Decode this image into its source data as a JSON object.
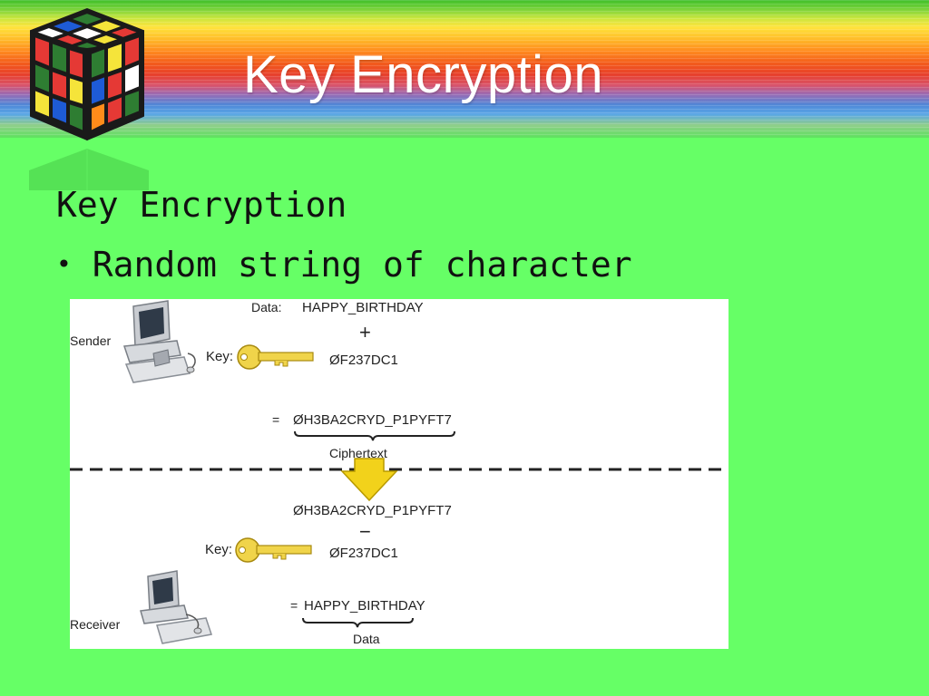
{
  "slide": {
    "title": "Key Encryption",
    "heading": "Key Encryption",
    "bullet": "Random string of character"
  },
  "diagram": {
    "sender_label": "Sender",
    "receiver_label": "Receiver",
    "data_prefix": "Data:",
    "data_value": "HAPPY_BIRTHDAY",
    "plus_sign": "+",
    "minus_sign": "−",
    "key_label": "Key:",
    "key_value": "ØF237DC1",
    "equals_sign": "=",
    "ciphertext_value": "ØH3BA2CRYD_P1PYFT7",
    "ciphertext_label": "Ciphertext",
    "receiver_cipher_value": "ØH3BA2CRYD_P1PYFT7",
    "receiver_key_label": "Key:",
    "receiver_key_value": "ØF237DC1",
    "receiver_equals": "=",
    "receiver_data_value": "HAPPY_BIRTHDAY",
    "receiver_data_label": "Data"
  },
  "colors": {
    "background": "#66ff66",
    "title_text": "#ffffff",
    "body_text": "#111111",
    "arrow": "#f2d21b",
    "key": "#f0d44a"
  },
  "icons": [
    "rubiks-cube-icon",
    "computer-icon",
    "key-icon",
    "down-arrow-icon"
  ]
}
